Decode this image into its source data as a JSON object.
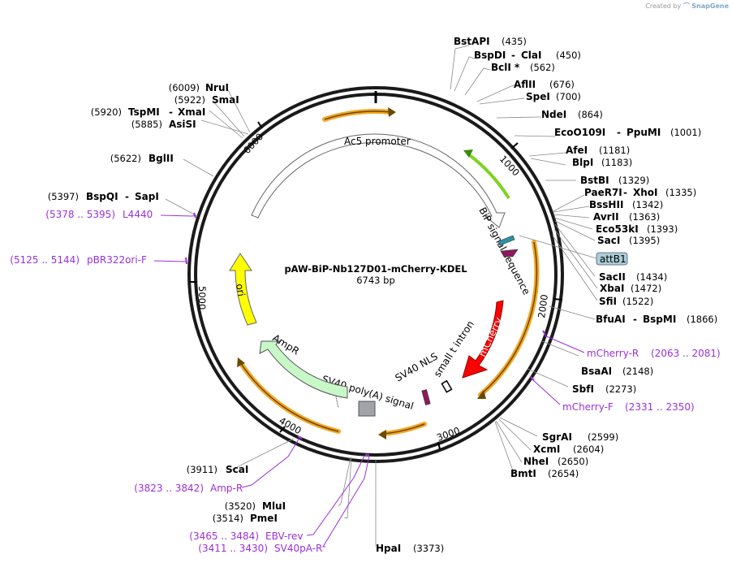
{
  "credit": {
    "prefix": "Created by",
    "brand": "SnapGene"
  },
  "plasmid": {
    "name": "pAW-BiP-Nb127D01-mCherry-KDEL",
    "size_label": "6743 bp"
  },
  "colors": {
    "primer": "#9b30d9",
    "orf_highlight": "#f5a623",
    "ori": "#ffff00",
    "mcherry": "#ff0000",
    "ampr": "#c8f7c8",
    "green_feature": "#7ed321"
  },
  "ticks": [
    "1000",
    "2000",
    "3000",
    "4000",
    "5000",
    "6000"
  ],
  "features": {
    "ac5": "Ac5 promoter",
    "bip": "BiP signal sequence",
    "mcherry": "mCherry",
    "sv40nls": "SV40 NLS",
    "smallt": "small t intron",
    "sv40pa": "SV40 poly(A) signal",
    "ampr": "AmpR",
    "ori": "ori",
    "attb1": "attB1"
  },
  "enzymes": {
    "BstAPI": {
      "name": "BstAPI",
      "pos": "(435)"
    },
    "BspDI": {
      "name": "BspDI",
      "pos": "(450)"
    },
    "ClaI": {
      "name": "ClaI"
    },
    "BclI": {
      "name": "BclI *",
      "pos": "(562)"
    },
    "AflII": {
      "name": "AflII",
      "pos": "(676)"
    },
    "SpeI": {
      "name": "SpeI",
      "pos": "(700)"
    },
    "NdeI": {
      "name": "NdeI",
      "pos": "(864)"
    },
    "EcoO109I": {
      "name": "EcoO109I",
      "pos": "(1001)"
    },
    "PpuMI": {
      "name": "PpuMI"
    },
    "AfeI": {
      "name": "AfeI",
      "pos": "(1181)"
    },
    "BlpI": {
      "name": "BlpI",
      "pos": "(1183)"
    },
    "BstBI": {
      "name": "BstBI",
      "pos": "(1329)"
    },
    "PaeR7I": {
      "name": "PaeR7I",
      "pos": "(1335)"
    },
    "XhoI": {
      "name": "XhoI"
    },
    "BssHII": {
      "name": "BssHII",
      "pos": "(1342)"
    },
    "AvrII": {
      "name": "AvrII",
      "pos": "(1363)"
    },
    "Eco53kI": {
      "name": "Eco53kI",
      "pos": "(1393)"
    },
    "SacI": {
      "name": "SacI",
      "pos": "(1395)"
    },
    "SacII": {
      "name": "SacII",
      "pos": "(1434)"
    },
    "XbaI": {
      "name": "XbaI",
      "pos": "(1472)"
    },
    "SfiI": {
      "name": "SfiI",
      "pos": "(1522)"
    },
    "BfuAI": {
      "name": "BfuAI",
      "pos": "(1866)"
    },
    "BspMI": {
      "name": "BspMI"
    },
    "BsaAI": {
      "name": "BsaAI",
      "pos": "(2148)"
    },
    "SbfI": {
      "name": "SbfI",
      "pos": "(2273)"
    },
    "SgrAI": {
      "name": "SgrAI",
      "pos": "(2599)"
    },
    "XcmI": {
      "name": "XcmI",
      "pos": "(2604)"
    },
    "NheI": {
      "name": "NheI",
      "pos": "(2650)"
    },
    "BmtI": {
      "name": "BmtI",
      "pos": "(2654)"
    },
    "HpaI": {
      "name": "HpaI",
      "pos": "(3373)"
    },
    "PmeI": {
      "name": "PmeI",
      "pos": "(3514)"
    },
    "MluI": {
      "name": "MluI",
      "pos": "(3520)"
    },
    "ScaI": {
      "name": "ScaI",
      "pos": "(3911)"
    },
    "BglII": {
      "name": "BglII",
      "pos": "(5622)"
    },
    "BspQI": {
      "name": "BspQI",
      "pos": "(5397)"
    },
    "SapI": {
      "name": "SapI"
    },
    "AsiSI": {
      "name": "AsiSI",
      "pos": "(5885)"
    },
    "TspMI": {
      "name": "TspMI",
      "pos": "(5920)"
    },
    "XmaI": {
      "name": "XmaI"
    },
    "SmaI": {
      "name": "SmaI",
      "pos": "(5922)"
    },
    "NruI": {
      "name": "NruI",
      "pos": "(6009)"
    }
  },
  "primers": {
    "mCherryR": {
      "name": "mCherry-R",
      "range": "(2063 .. 2081)"
    },
    "mCherryF": {
      "name": "mCherry-F",
      "range": "(2331 .. 2350)"
    },
    "AmpR": {
      "name": "Amp-R",
      "range": "(3823 .. 3842)"
    },
    "EBVrev": {
      "name": "EBV-rev",
      "range": "(3465 .. 3484)"
    },
    "SV40pAR": {
      "name": "SV40pA-R",
      "range": "(3411 .. 3430)"
    },
    "L4440": {
      "name": "L4440",
      "range": "(5378 .. 5395)"
    },
    "pBR322ori": {
      "name": "pBR322ori-F",
      "range": "(5125 .. 5144)"
    }
  }
}
